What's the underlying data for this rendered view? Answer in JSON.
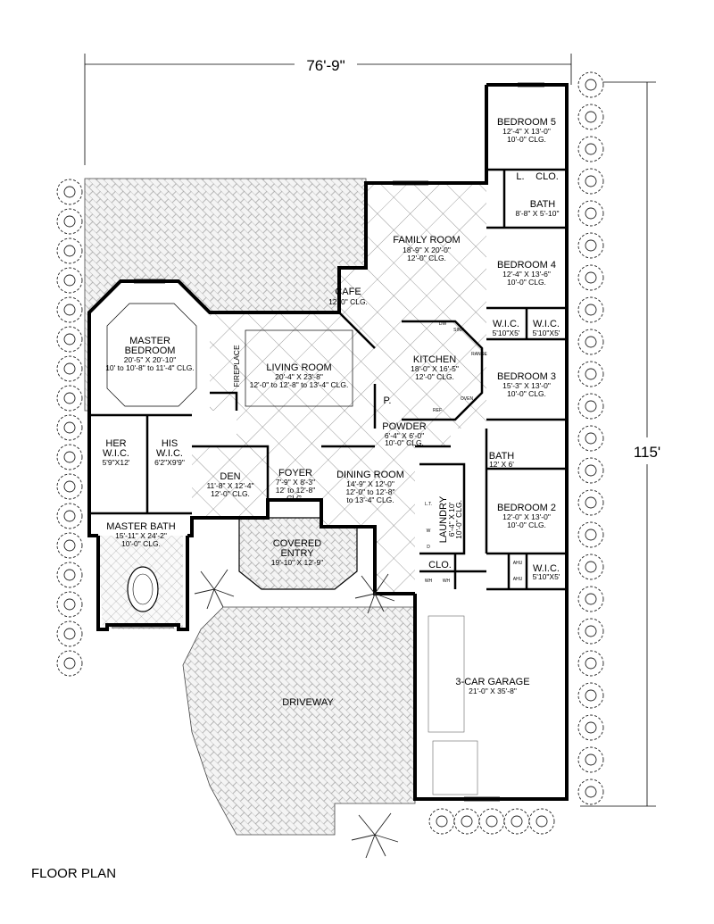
{
  "dimensions": {
    "width": "76'-9\"",
    "depth": "115'"
  },
  "caption": "FLOOR PLAN",
  "rooms": {
    "bedroom5": {
      "name": "BEDROOM 5",
      "dims": "12'-4\" X 13'-0\"",
      "clg": "10'-0\" CLG."
    },
    "clo_top": {
      "name": "CLO."
    },
    "l_top": {
      "name": "L."
    },
    "bath_top": {
      "name": "BATH",
      "dims": "8'-8\" X 5'-10\""
    },
    "family": {
      "name": "FAMILY ROOM",
      "dims": "18'-9\" X 20'-0\"",
      "clg": "12'-0\" CLG."
    },
    "bedroom4": {
      "name": "BEDROOM 4",
      "dims": "12'-4\" X 13'-6\"",
      "clg": "10'-0\" CLG."
    },
    "cafe": {
      "name": "CAFE",
      "clg": "12'-0\" CLG."
    },
    "master": {
      "name1": "MASTER",
      "name2": "BEDROOM",
      "dims": "20'-5\" X 20'-10\"",
      "clg": "10' to 10'-8\" to 11'-4\" CLG."
    },
    "wic_a": {
      "name": "W.I.C.",
      "dims": "5'10\"X5'"
    },
    "wic_b": {
      "name": "W.I.C.",
      "dims": "5'10\"X5'"
    },
    "living": {
      "name": "LIVING ROOM",
      "dims": "20'-4\" X 23'-8\"",
      "clg": "12'-0\" to 12'-8\" to 13'-4\" CLG."
    },
    "kitchen": {
      "name": "KITCHEN",
      "dims": "18'-0\" X 16'-5\"",
      "clg": "12'-0\" CLG."
    },
    "bedroom3": {
      "name": "BEDROOM 3",
      "dims": "15'-3\" X 13'-0\"",
      "clg": "10'-0\" CLG."
    },
    "fireplace": {
      "name": "FIREPLACE"
    },
    "pantry": {
      "name": "P."
    },
    "powder": {
      "name": "POWDER",
      "dims": "6'-4\" X 6'-0\"",
      "clg": "10'-0\" CLG."
    },
    "her_wic": {
      "name1": "HER",
      "name2": "W.I.C.",
      "dims": "5'9\"X12'"
    },
    "his_wic": {
      "name1": "HIS",
      "name2": "W.I.C.",
      "dims": "6'2\"X9'9\""
    },
    "den": {
      "name": "DEN",
      "dims": "11'-8\" X 12'-4\"",
      "clg": "12'-0\" CLG."
    },
    "foyer": {
      "name": "FOYER",
      "dims": "7'-9\" X 8'-3\"",
      "clg1": "12' to 12'-8\"",
      "clg2": "CLG."
    },
    "dining": {
      "name": "DINING ROOM",
      "dims": "14'-9\" X 12'-0\"",
      "clg1": "12'-0\" to 12'-8\"",
      "clg2": "to 13'-4\" CLG."
    },
    "bath_mid": {
      "name": "BATH",
      "dims": "12' X 6'"
    },
    "bedroom2": {
      "name": "BEDROOM 2",
      "dims": "12'-0\" X 13'-0\"",
      "clg": "10'-0\" CLG."
    },
    "laundry": {
      "name": "LAUNDRY",
      "dims": "6'-4\" X 10'",
      "clg": "10'-0\" CLG."
    },
    "master_bath": {
      "name": "MASTER BATH",
      "dims": "15'-11\" X 24'-2\"",
      "clg": "10'-0\" CLG."
    },
    "covered_entry": {
      "name1": "COVERED",
      "name2": "ENTRY",
      "dims": "19'-10\" X 12'-9\""
    },
    "clo_mid": {
      "name": "CLO."
    },
    "wic_c": {
      "name": "W.I.C.",
      "dims": "5'10\"X5'"
    },
    "garage": {
      "name": "3-CAR GARAGE",
      "dims": "21'-0\" X 35'-8\""
    },
    "driveway": {
      "name": "DRIVEWAY"
    }
  },
  "fixtures": {
    "dw": "DW",
    "sink": "SINK",
    "range": "RANGE",
    "oven": "OVEN",
    "ref": "REF",
    "wh": "WH",
    "ahu": "AHU",
    "w": "W",
    "d": "D",
    "lt": "L.T."
  }
}
